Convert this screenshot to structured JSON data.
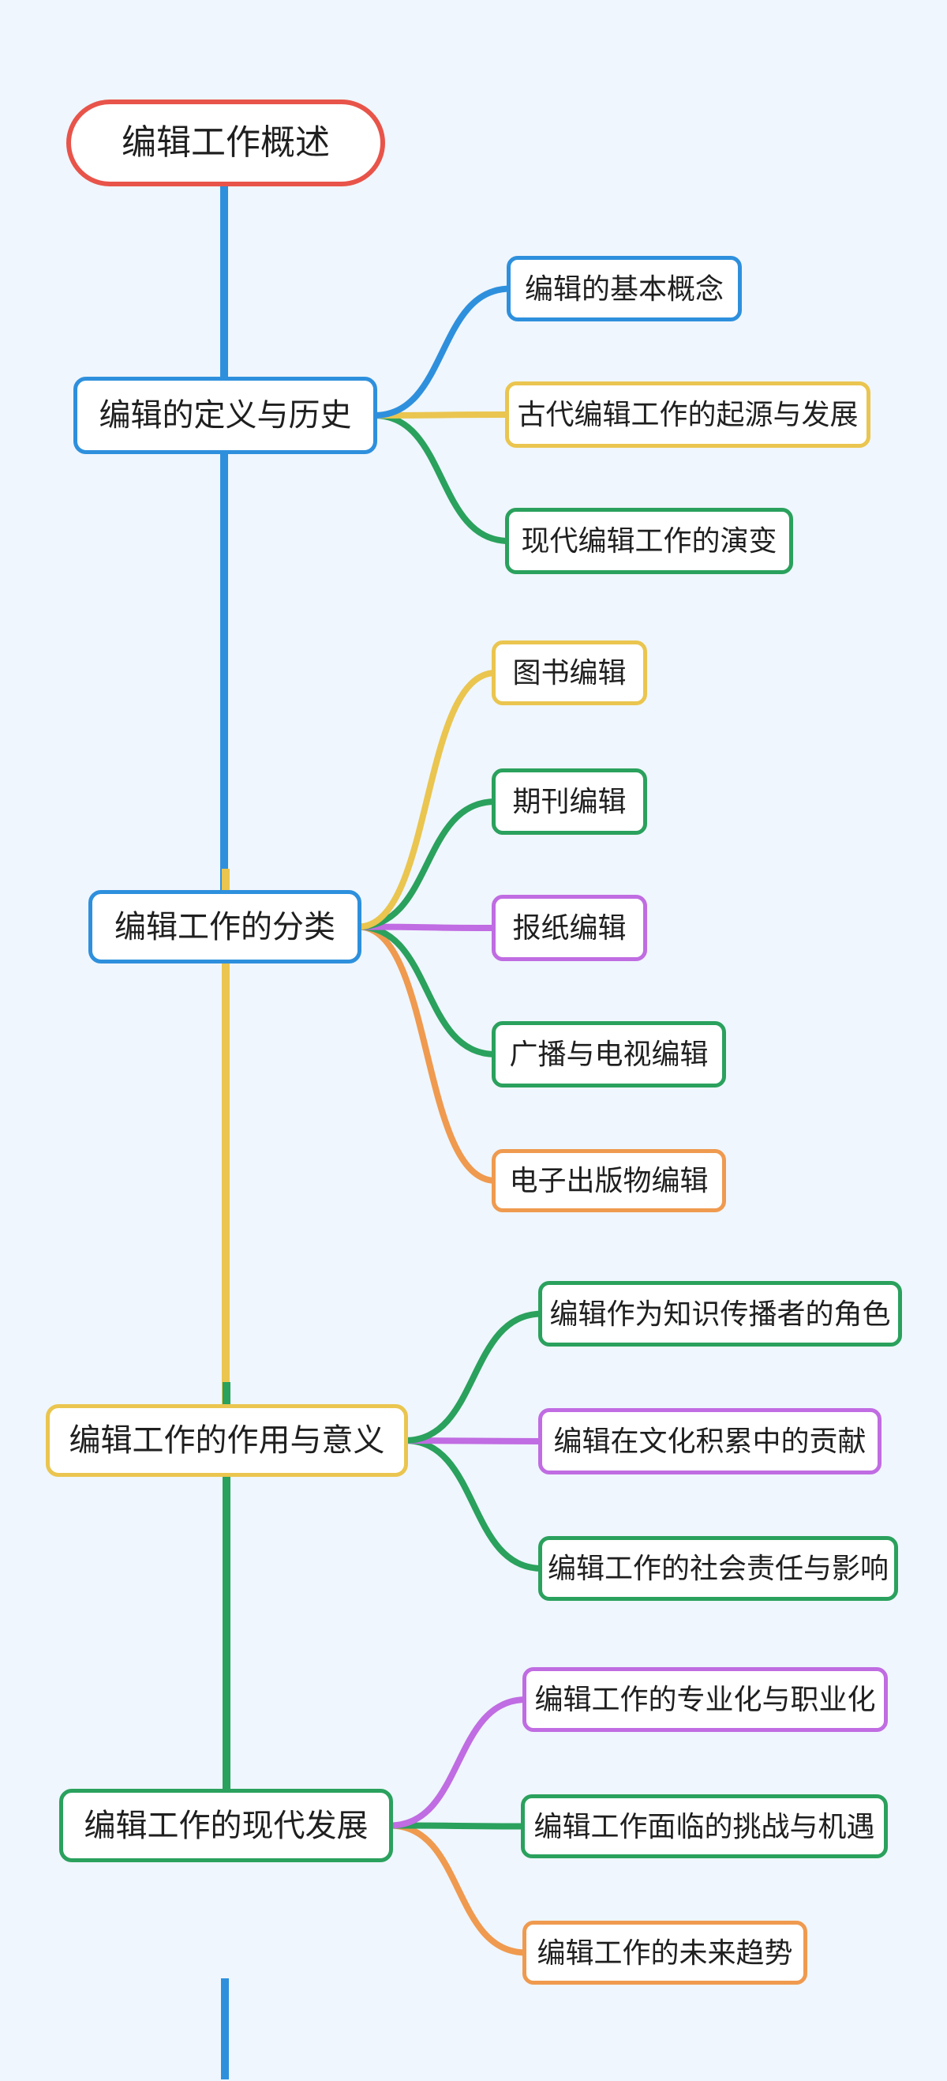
{
  "canvas": {
    "background": "#eff6fd"
  },
  "root": {
    "label": "编辑工作概述",
    "border_color": "#e8544a"
  },
  "branches": [
    {
      "label": "编辑的定义与历史",
      "border_color": "#2e90dd",
      "children": [
        {
          "label": "编辑的基本概念",
          "border_color": "#2e90dd"
        },
        {
          "label": "古代编辑工作的起源与发展",
          "border_color": "#eac54f"
        },
        {
          "label": "现代编辑工作的演变",
          "border_color": "#2aa15d"
        }
      ]
    },
    {
      "label": "编辑工作的分类",
      "border_color": "#2e90dd",
      "children": [
        {
          "label": "图书编辑",
          "border_color": "#eac54f"
        },
        {
          "label": "期刊编辑",
          "border_color": "#2aa15d"
        },
        {
          "label": "报纸编辑",
          "border_color": "#c06ce2"
        },
        {
          "label": "广播与电视编辑",
          "border_color": "#2aa15d"
        },
        {
          "label": "电子出版物编辑",
          "border_color": "#ef9a4f"
        }
      ]
    },
    {
      "label": "编辑工作的作用与意义",
      "border_color": "#eac54f",
      "children": [
        {
          "label": "编辑作为知识传播者的角色",
          "border_color": "#2aa15d"
        },
        {
          "label": "编辑在文化积累中的贡献",
          "border_color": "#c06ce2"
        },
        {
          "label": "编辑工作的社会责任与影响",
          "border_color": "#2aa15d"
        }
      ]
    },
    {
      "label": "编辑工作的现代发展",
      "border_color": "#2aa15d",
      "children": [
        {
          "label": "编辑工作的专业化与职业化",
          "border_color": "#c06ce2"
        },
        {
          "label": "编辑工作面临的挑战与机遇",
          "border_color": "#2aa15d"
        },
        {
          "label": "编辑工作的未来趋势",
          "border_color": "#ef9a4f"
        }
      ]
    }
  ],
  "spine": {
    "segment_colors": [
      "#2e90dd",
      "#eac54f",
      "#2aa15d"
    ],
    "tail_color": "#2e90dd"
  }
}
